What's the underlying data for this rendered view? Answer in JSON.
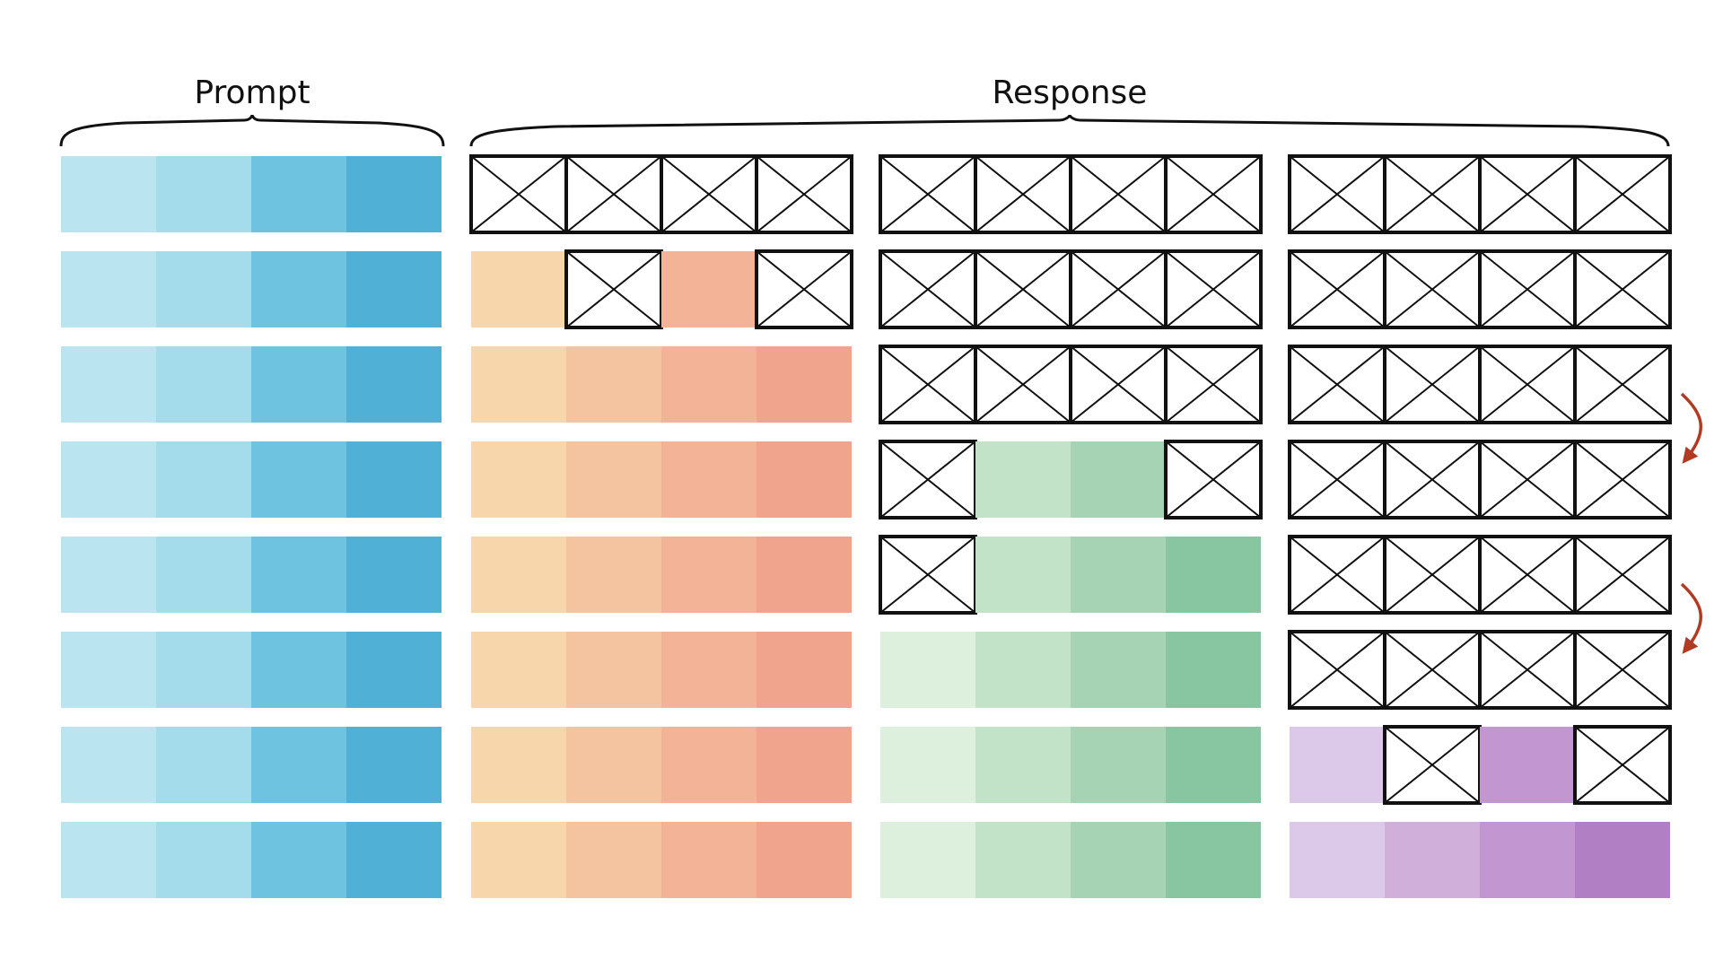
{
  "labels": {
    "prompt": "Prompt",
    "response": "Response"
  },
  "colors": {
    "prompt": [
      "#bbe4f1",
      "#a4dcec",
      "#6dc3e0",
      "#51b0d5"
    ],
    "blocks": [
      [
        "#f7d6ab",
        "#f4c4a0",
        "#f3b396",
        "#f1a48d"
      ],
      [
        "#ddf0de",
        "#c2e3c7",
        "#a5d3b4",
        "#88c6a1"
      ],
      [
        "#dcc8e8",
        "#d1afdb",
        "#c196d1",
        "#b17fc4"
      ]
    ],
    "masked_stroke": "#111111",
    "arrow": "#b03a22"
  },
  "rows": [
    {
      "prompt": "filled",
      "blocks": [
        [
          0,
          0,
          0,
          0
        ],
        [
          0,
          0,
          0,
          0
        ],
        [
          0,
          0,
          0,
          0
        ]
      ]
    },
    {
      "prompt": "filled",
      "blocks": [
        [
          1,
          0,
          1,
          0
        ],
        [
          0,
          0,
          0,
          0
        ],
        [
          0,
          0,
          0,
          0
        ]
      ]
    },
    {
      "prompt": "filled",
      "blocks": [
        [
          1,
          1,
          1,
          1
        ],
        [
          0,
          0,
          0,
          0
        ],
        [
          0,
          0,
          0,
          0
        ]
      ]
    },
    {
      "prompt": "filled",
      "blocks": [
        [
          1,
          1,
          1,
          1
        ],
        [
          0,
          1,
          1,
          0
        ],
        [
          0,
          0,
          0,
          0
        ]
      ]
    },
    {
      "prompt": "filled",
      "blocks": [
        [
          1,
          1,
          1,
          1
        ],
        [
          0,
          1,
          1,
          1
        ],
        [
          0,
          0,
          0,
          0
        ]
      ]
    },
    {
      "prompt": "filled",
      "blocks": [
        [
          1,
          1,
          1,
          1
        ],
        [
          1,
          1,
          1,
          1
        ],
        [
          0,
          0,
          0,
          0
        ]
      ]
    },
    {
      "prompt": "filled",
      "blocks": [
        [
          1,
          1,
          1,
          1
        ],
        [
          1,
          1,
          1,
          1
        ],
        [
          1,
          0,
          1,
          0
        ]
      ]
    },
    {
      "prompt": "filled",
      "blocks": [
        [
          1,
          1,
          1,
          1
        ],
        [
          1,
          1,
          1,
          1
        ],
        [
          1,
          1,
          1,
          1
        ]
      ]
    }
  ],
  "arrows": [
    {
      "from_row": 2,
      "to_row": 3
    },
    {
      "from_row": 4,
      "to_row": 5
    }
  ]
}
